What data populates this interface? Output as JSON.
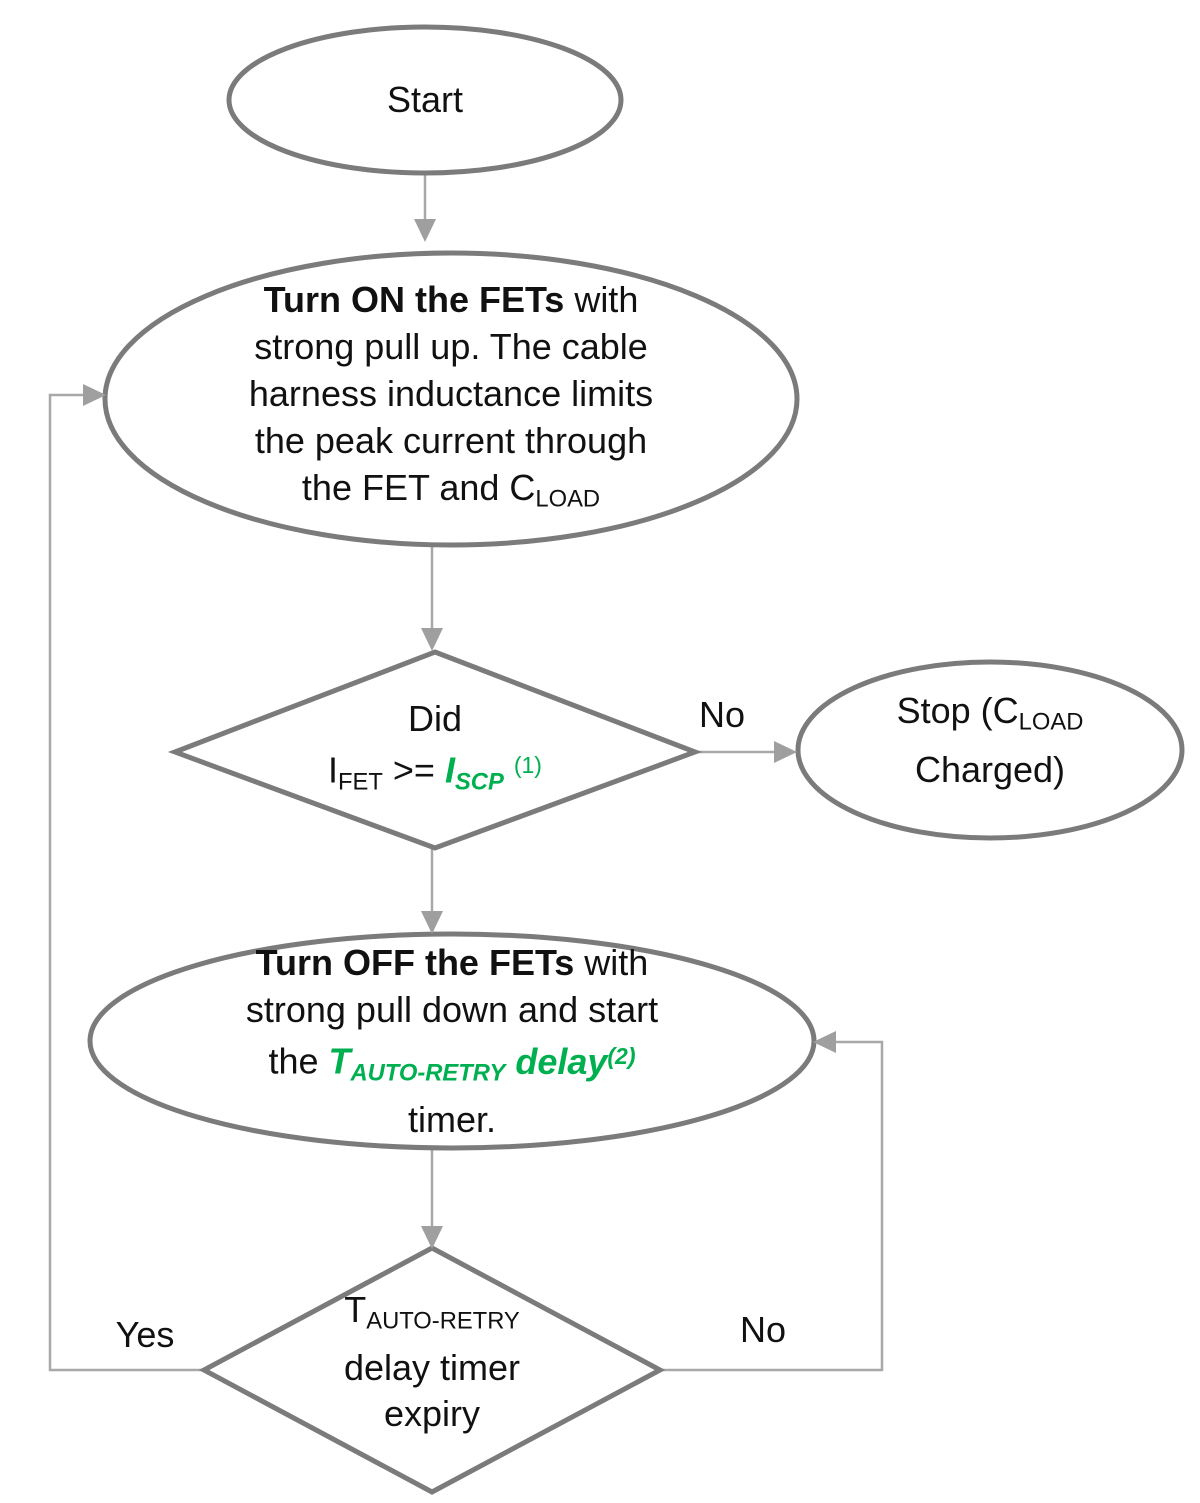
{
  "palette": {
    "shape_stroke": "#7b7b7b",
    "arrow_gray": "#a8a8a8",
    "text": "#111111",
    "accent_green": "#00b050"
  },
  "nodes": {
    "start": {
      "label": "Start"
    },
    "turn_on": {
      "line1_bold": "Turn ON the FETs",
      "line1_rest": " with",
      "line2": "strong pull up. The cable",
      "line3": "harness inductance limits",
      "line4": "the peak current through",
      "line5_pre": "the FET and C",
      "line5_sub": "LOAD"
    },
    "decision1": {
      "line1": "Did",
      "i_base": "I",
      "i_sub": "FET",
      "operator": " >= ",
      "iscp_base": "I",
      "iscp_sub": "SCP",
      "footnote": "(1)"
    },
    "stop": {
      "line1_pre": "Stop (C",
      "line1_sub": "LOAD",
      "line2": "Charged)"
    },
    "turn_off": {
      "line1_bold": "Turn OFF the FETs",
      "line1_rest": " with",
      "line2": "strong pull down and start",
      "line3_pre": "the ",
      "t_base": "T",
      "t_sub": "AUTO-RETRY",
      "delay_word": "delay",
      "footnote": "(2)",
      "line4": "timer."
    },
    "decision2": {
      "t_base": "T",
      "t_sub": "AUTO-RETRY",
      "line2": "delay timer",
      "line3": "expiry"
    }
  },
  "edges": {
    "no1": "No",
    "yes": "Yes",
    "no2": "No"
  }
}
